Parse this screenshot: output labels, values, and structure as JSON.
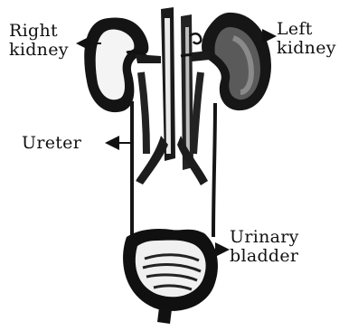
{
  "labels": {
    "right_kidney": [
      "Right",
      "kidney"
    ],
    "left_kidney": [
      "Left",
      "kidney"
    ],
    "ureter": "Ureter",
    "urinary_bladder": [
      "Urinary",
      "bladder"
    ]
  },
  "colors": {
    "ink": "#111111",
    "paper": "#ffffff",
    "shade": "#3a3a3a"
  }
}
